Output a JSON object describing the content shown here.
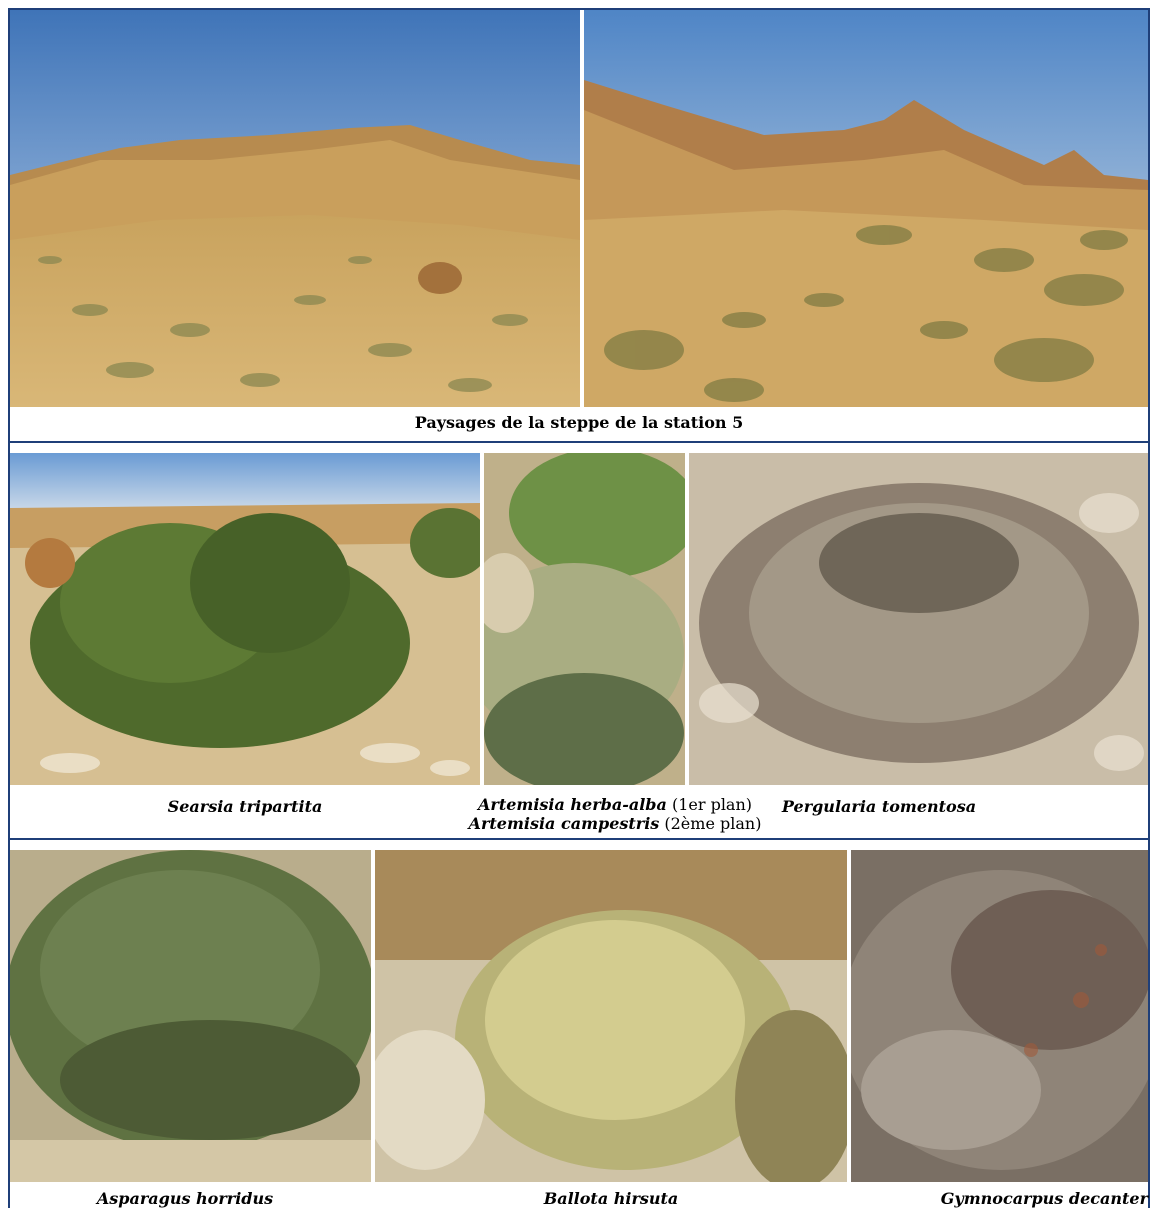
{
  "section1": {
    "caption": "Paysages de la steppe de la station 5"
  },
  "section2": {
    "captions": {
      "searsia": "Searsia tripartita",
      "artemisia_line1_name": "Artemisia herba-alba",
      "artemisia_line1_note": " (1er plan)",
      "artemisia_line2_name": "Artemisia campestris",
      "artemisia_line2_note": " (2ème plan)",
      "pergularia": "Pergularia tomentosa"
    }
  },
  "section3": {
    "captions": {
      "asparagus": "Asparagus horridus",
      "ballota": "Ballota hirsuta",
      "gymnocarpus": "Gymnocarpus decanter"
    }
  },
  "colors": {
    "frame": "#1f3f79",
    "sky": "#5f8fc8",
    "sand": "#cfa763",
    "shrub": "#4f6a2c"
  }
}
